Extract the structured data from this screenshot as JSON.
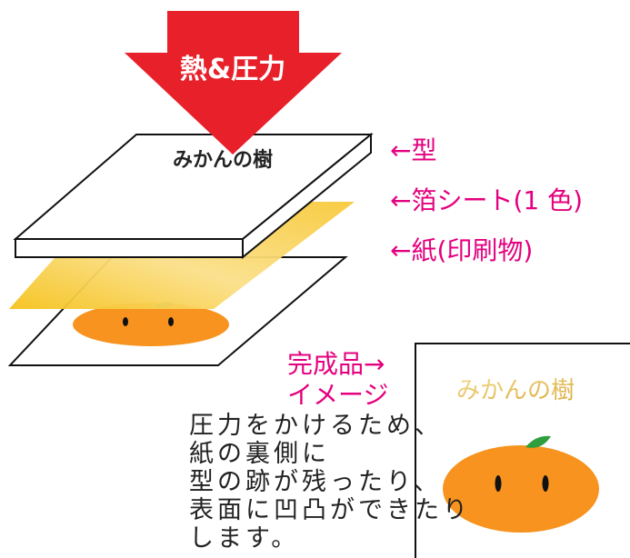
{
  "arrow": {
    "text": "熱&圧力",
    "color": "#e8202a"
  },
  "die": {
    "text": "みかんの樹"
  },
  "labels": {
    "die": "←型",
    "foil": "←箔シート(1 色)",
    "paper": "←紙(印刷物)",
    "result_line1": "完成品→",
    "result_line2": "イメージ"
  },
  "result": {
    "text": "みかんの樹"
  },
  "note": {
    "lines": [
      "圧力をかけるため、",
      "紙の裏側に",
      "型の跡が残ったり、",
      "表面に凹凸ができたり",
      "します。"
    ]
  },
  "colors": {
    "accent": "#e4007f",
    "orange": "#f7931e",
    "leaf": "#2e9e3e",
    "foil": "#f8c51c",
    "gold_text": "#e6c35c"
  }
}
